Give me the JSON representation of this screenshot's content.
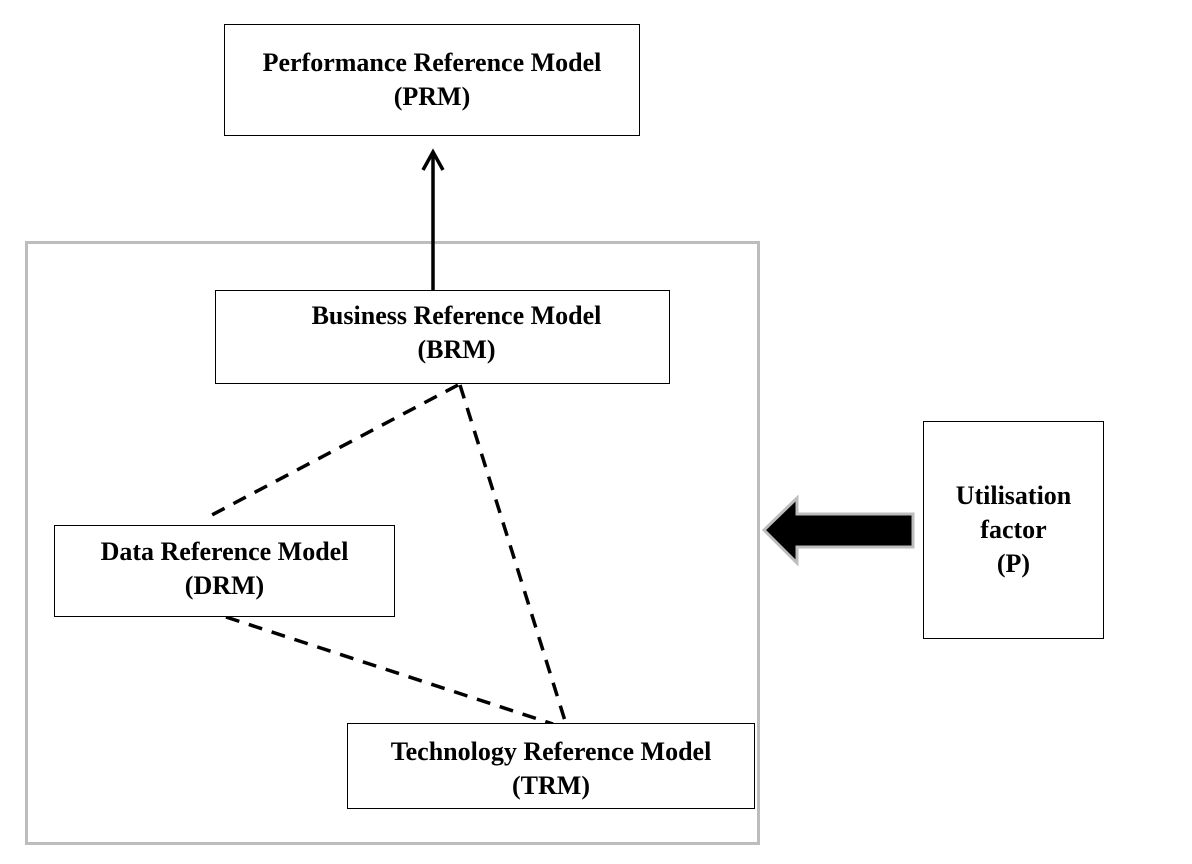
{
  "prm": {
    "line1": "Performance Reference Model",
    "line2": "(PRM)"
  },
  "brm": {
    "line1": "Business Reference Model",
    "line2": "(BRM)"
  },
  "drm": {
    "line1": "Data Reference Model",
    "line2": "(DRM)"
  },
  "trm": {
    "line1": "Technology Reference Model",
    "line2": "(TRM)"
  },
  "utilisation": {
    "line1": "Utilisation",
    "line2": "factor",
    "line3": "(P)"
  },
  "colors": {
    "frame_border": "#bdbdbd",
    "box_border": "#000000",
    "text": "#000000"
  },
  "connectors": [
    {
      "from": "brm",
      "to": "prm",
      "style": "solid-arrow"
    },
    {
      "from": "brm",
      "to": "drm",
      "style": "dashed"
    },
    {
      "from": "brm",
      "to": "trm",
      "style": "dashed"
    },
    {
      "from": "drm",
      "to": "trm",
      "style": "dashed"
    },
    {
      "from": "utilisation",
      "to": "frame",
      "style": "block-arrow"
    }
  ]
}
